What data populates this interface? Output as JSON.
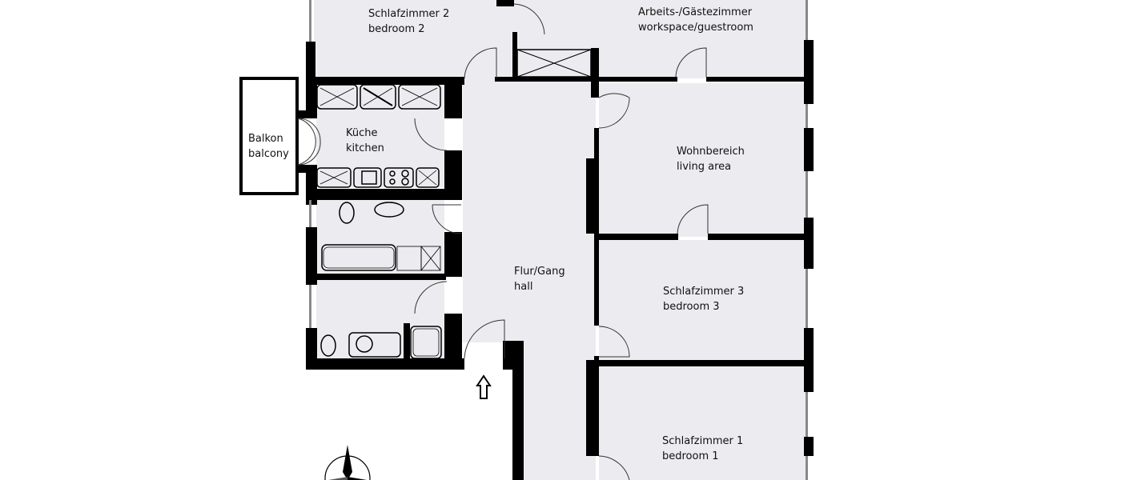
{
  "floorplan": {
    "colors": {
      "floor": "#ececf0",
      "wall": "#000000",
      "background": "#ffffff"
    },
    "rooms": [
      {
        "id": "bedroom2",
        "label_de": "Schlafzimmer 2",
        "label_en": "bedroom 2"
      },
      {
        "id": "workspace",
        "label_de": "Arbeits-/Gästezimmer",
        "label_en": "workspace/guestroom"
      },
      {
        "id": "balcony",
        "label_de": "Balkon",
        "label_en": "balcony"
      },
      {
        "id": "kitchen",
        "label_de": "Küche",
        "label_en": "kitchen"
      },
      {
        "id": "living",
        "label_de": "Wohnbereich",
        "label_en": "living area"
      },
      {
        "id": "hall",
        "label_de": "Flur/Gang",
        "label_en": "hall"
      },
      {
        "id": "bedroom3",
        "label_de": "Schlafzimmer 3",
        "label_en": "bedroom 3"
      },
      {
        "id": "bedroom1",
        "label_de": "Schlafzimmer 1",
        "label_en": "bedroom 1"
      }
    ],
    "entrance_icon": "entrance-arrow-up-icon",
    "compass_icon": "compass-rose-icon"
  }
}
